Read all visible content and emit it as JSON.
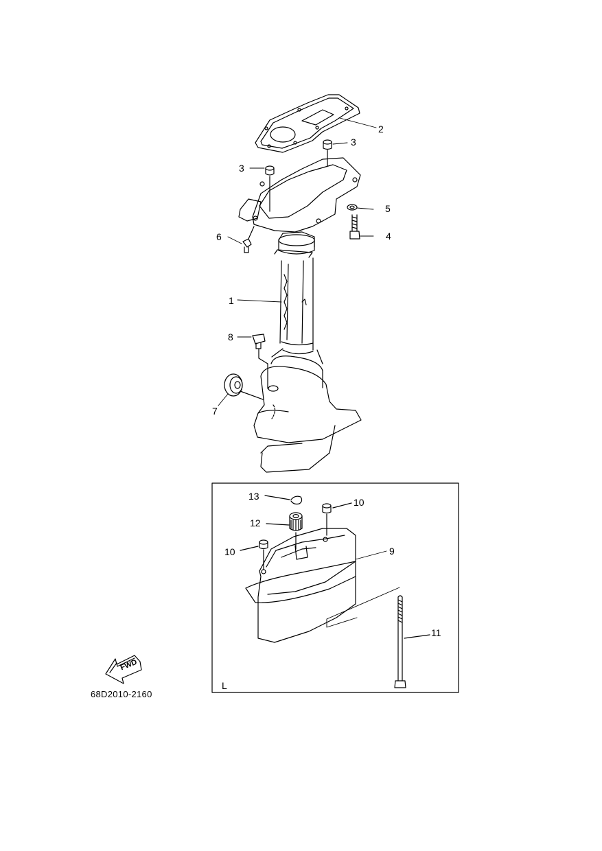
{
  "callouts": {
    "c1": "1",
    "c2": "2",
    "c3a": "3",
    "c3b": "3",
    "c4": "4",
    "c5": "5",
    "c6": "6",
    "c7": "7",
    "c8": "8",
    "c9": "9",
    "c10a": "10",
    "c10b": "10",
    "c11": "11",
    "c12": "12",
    "c13": "13"
  },
  "inset": {
    "corner_label": "L"
  },
  "fwd_arrow": {
    "text": "FWD"
  },
  "drawing_code": "68D2010-2160",
  "colors": {
    "line": "#000000",
    "background": "#ffffff"
  }
}
